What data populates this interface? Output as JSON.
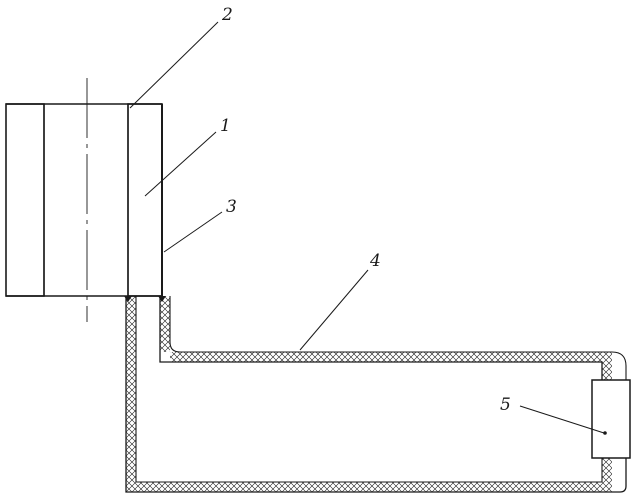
{
  "figure": {
    "labels": {
      "core": "1",
      "ring_top": "2",
      "shell": "3",
      "conduit": "4",
      "unit": "5"
    },
    "ink_color": "#1a1a1a",
    "background": "#ffffff"
  }
}
